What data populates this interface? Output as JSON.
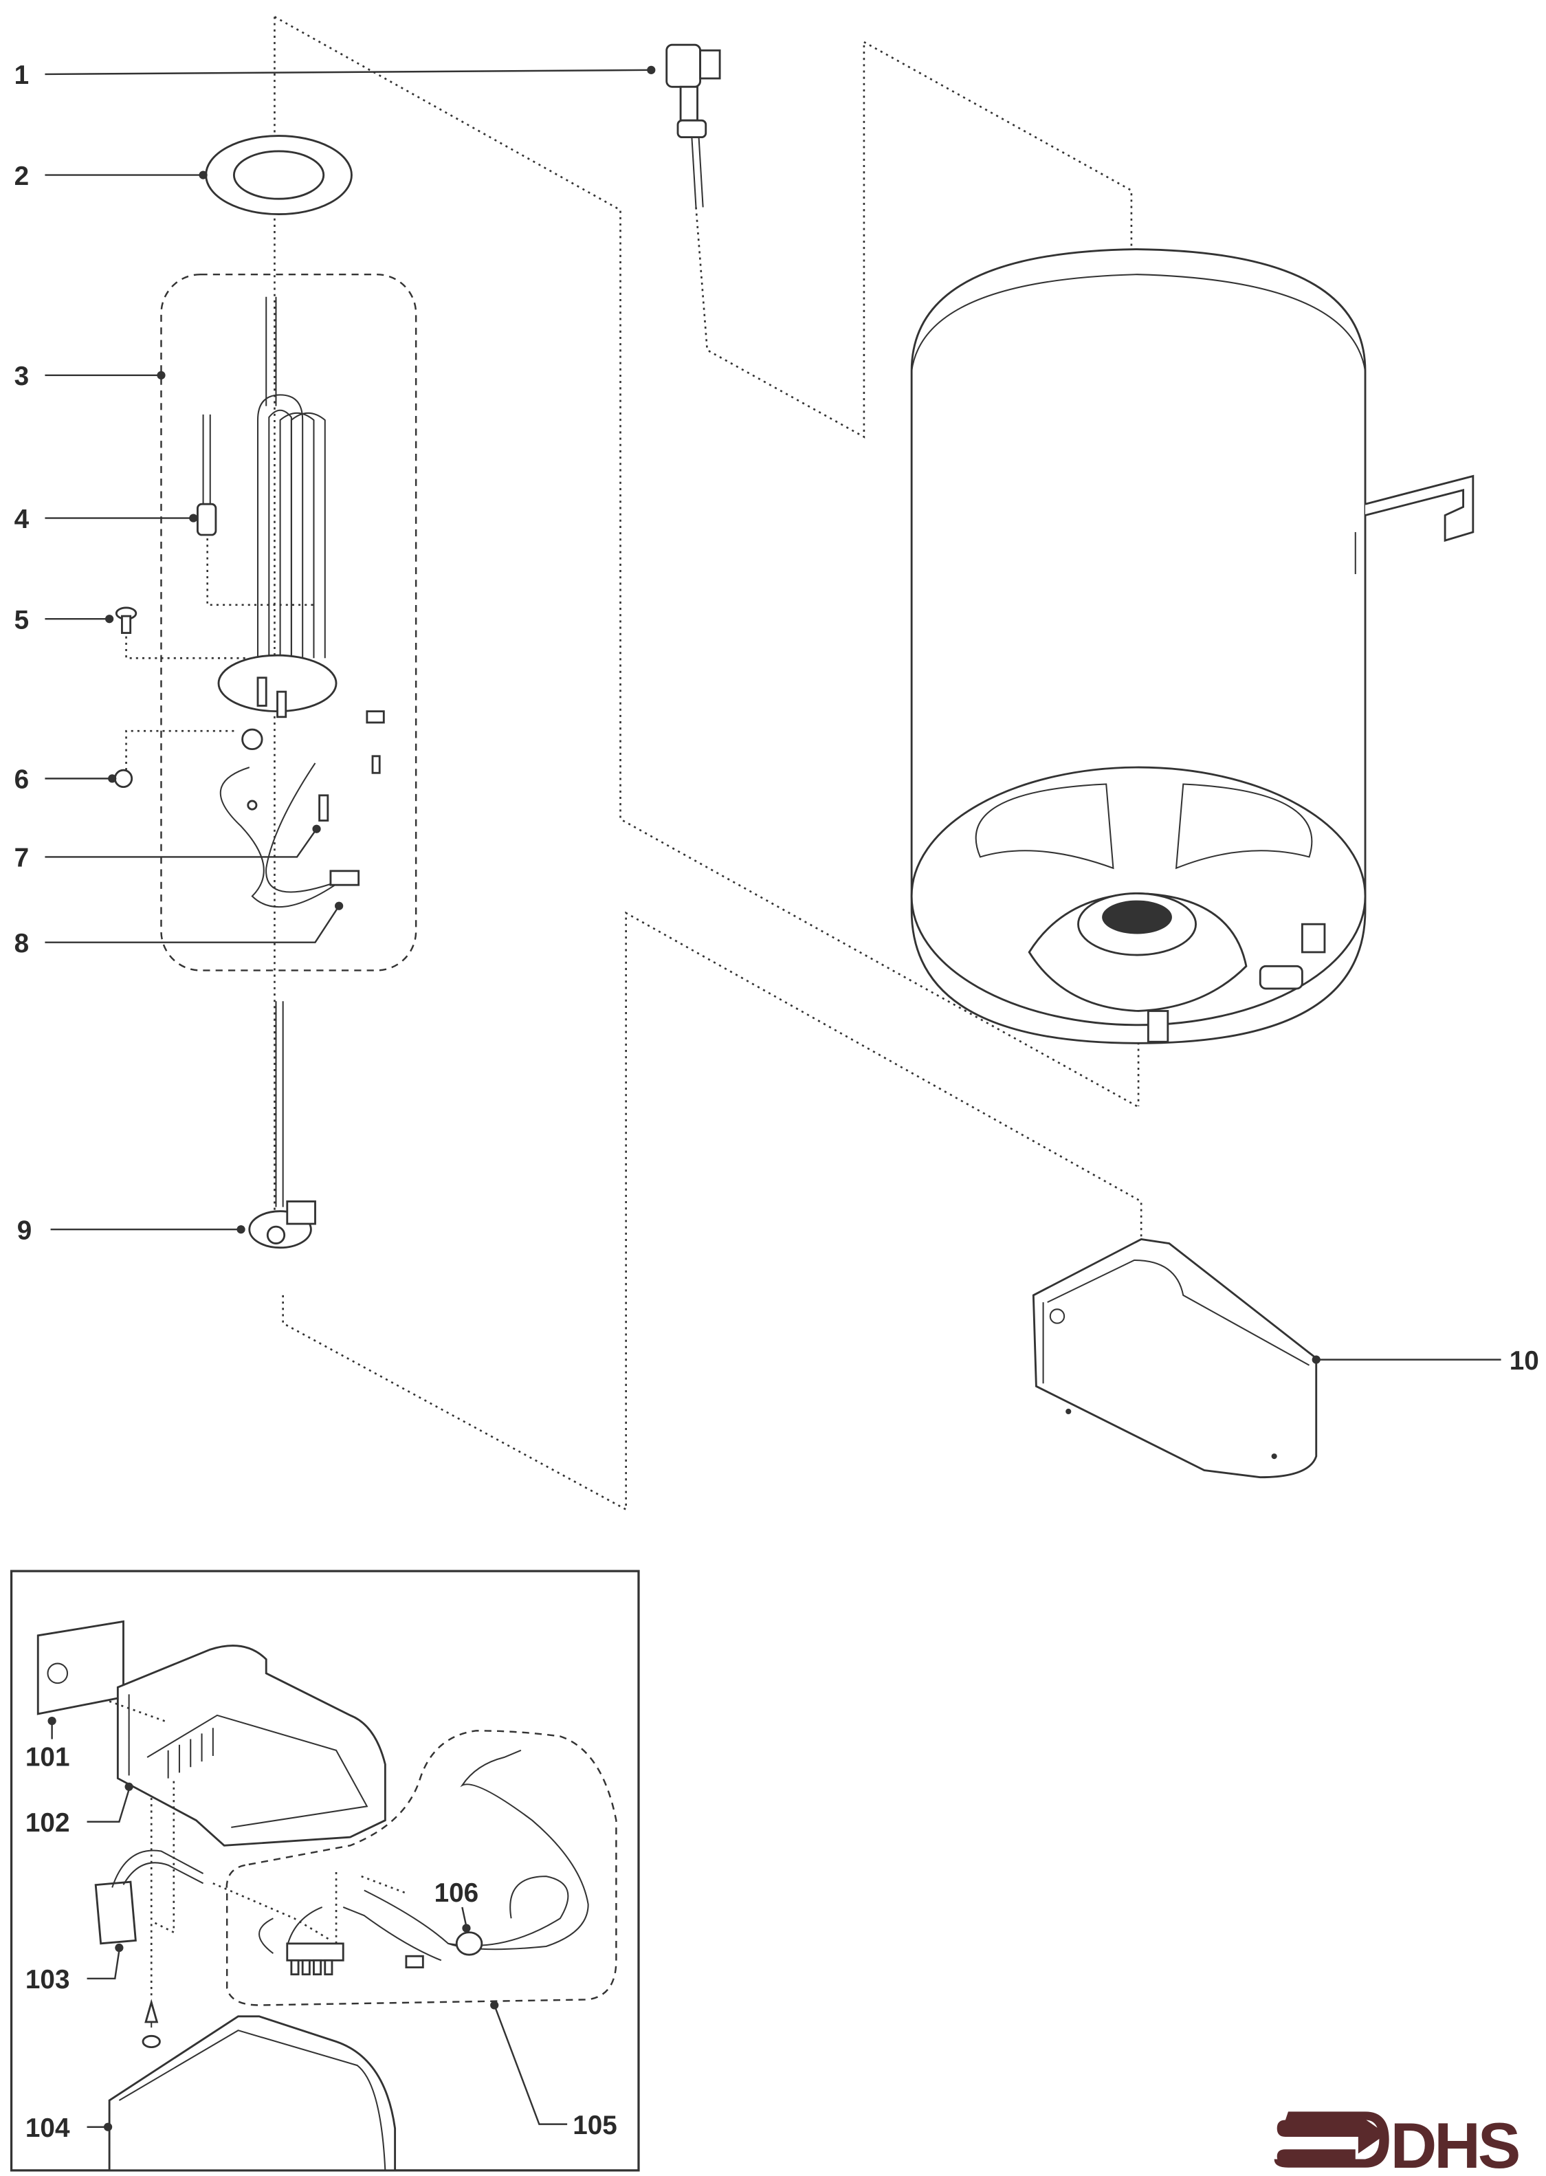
{
  "title": "Water heater exploded parts diagram",
  "brand": {
    "name": "DHS",
    "color": "#5a2a2c"
  },
  "labels": {
    "p1": "1",
    "p2": "2",
    "p3": "3",
    "p4": "4",
    "p5": "5",
    "p6": "6",
    "p7": "7",
    "p8": "8",
    "p9": "9",
    "p10": "10",
    "p101": "101",
    "p102": "102",
    "p103": "103",
    "p104": "104",
    "p105": "105",
    "p106": "106"
  }
}
